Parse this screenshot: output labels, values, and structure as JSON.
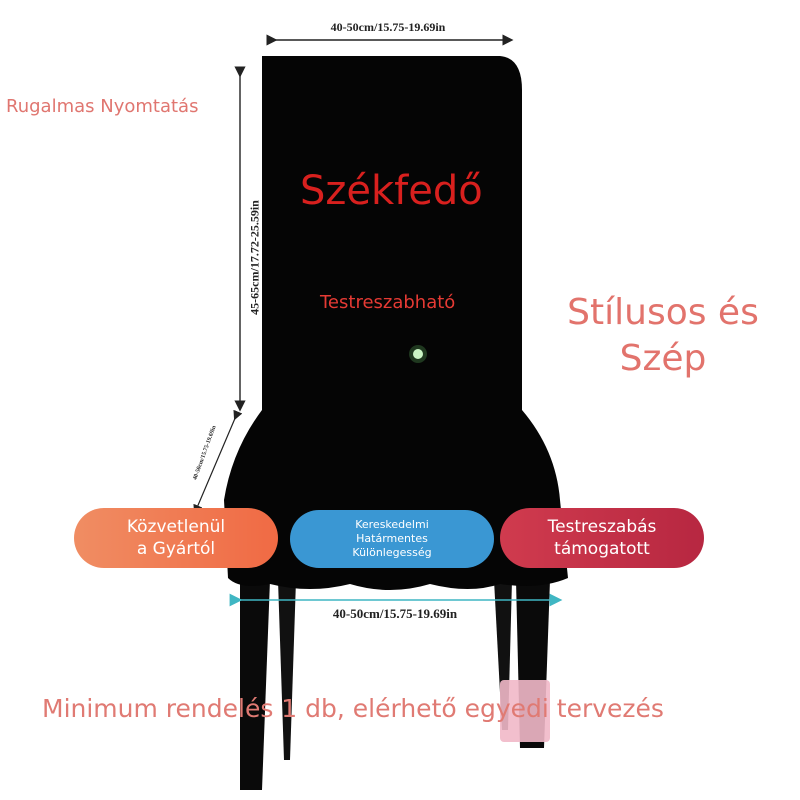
{
  "dimensions": {
    "top_width": "40-50cm/15.75-19.69in",
    "back_height": "45-65cm/17.72-25.59in",
    "seat_depth": "40-50cm/15.75-19.69in",
    "bottom_width": "40-50cm/15.75-19.69in"
  },
  "labels": {
    "elastic_print": "Rugalmas Nyomtatás",
    "title": "Székfedő",
    "customizable": "Testreszabható",
    "stylish_line1": "Stílusos és",
    "stylish_line2": "Szép"
  },
  "pills": {
    "factory_line1": "Közvetlenül",
    "factory_line2": "a Gyártól",
    "trade_line1": "Kereskedelmi",
    "trade_line2": "Határmentes",
    "trade_line3": "Különlegesség",
    "custom_line1": "Testreszabás",
    "custom_line2": "támogatott"
  },
  "footer": "Minimum rendelés 1 db, elérhető egyedi tervezés",
  "colors": {
    "pill_orange": "#f07a4f",
    "pill_blue": "#3a97d3",
    "pill_red": "#c2304a",
    "title_red": "#d8201e",
    "text_pink": "#e07670",
    "chair_black": "#050505",
    "dimension_teal": "#3fb6c3"
  }
}
